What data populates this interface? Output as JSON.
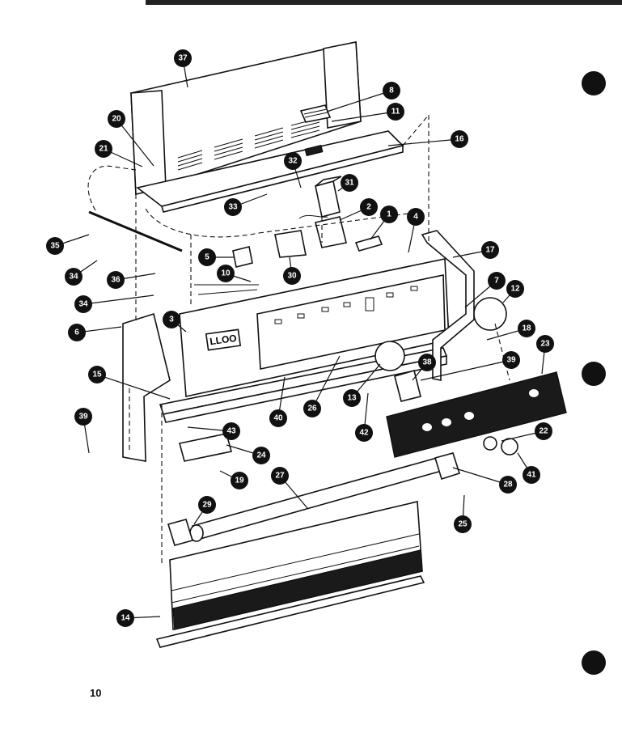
{
  "page_number": "10",
  "panel": {
    "display_text": "LLOO",
    "colors": {
      "ink": "#111111",
      "paper": "#ffffff"
    }
  },
  "callouts": [
    {
      "num": "37"
    },
    {
      "num": "8"
    },
    {
      "num": "11"
    },
    {
      "num": "16"
    },
    {
      "num": "20"
    },
    {
      "num": "21"
    },
    {
      "num": "32"
    },
    {
      "num": "31"
    },
    {
      "num": "33"
    },
    {
      "num": "2"
    },
    {
      "num": "1"
    },
    {
      "num": "4"
    },
    {
      "num": "35"
    },
    {
      "num": "34"
    },
    {
      "num": "5"
    },
    {
      "num": "30"
    },
    {
      "num": "17"
    },
    {
      "num": "36"
    },
    {
      "num": "10"
    },
    {
      "num": "7"
    },
    {
      "num": "12"
    },
    {
      "num": "34"
    },
    {
      "num": "6"
    },
    {
      "num": "3"
    },
    {
      "num": "18"
    },
    {
      "num": "15"
    },
    {
      "num": "39"
    },
    {
      "num": "23"
    },
    {
      "num": "26"
    },
    {
      "num": "13"
    },
    {
      "num": "40"
    },
    {
      "num": "38"
    },
    {
      "num": "43"
    },
    {
      "num": "42"
    },
    {
      "num": "39"
    },
    {
      "num": "22"
    },
    {
      "num": "24"
    },
    {
      "num": "41"
    },
    {
      "num": "19"
    },
    {
      "num": "27"
    },
    {
      "num": "28"
    },
    {
      "num": "29"
    },
    {
      "num": "25"
    },
    {
      "num": "14"
    }
  ]
}
